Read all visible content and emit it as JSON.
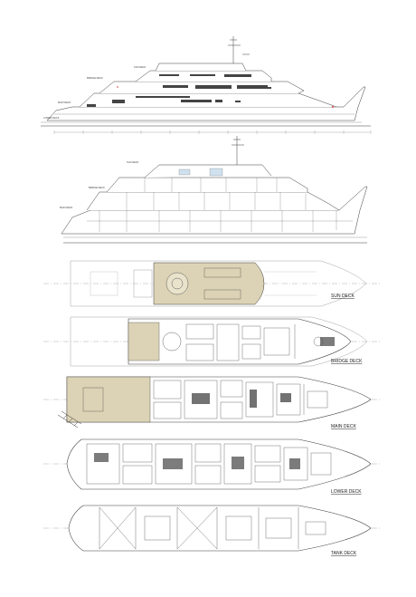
{
  "colors": {
    "line": "#3a3a3a",
    "faint": "#9a9a9a",
    "beige": "#dcd3b6",
    "dark": "#444444",
    "accent": "#d23b3b"
  },
  "profile": {
    "labels": {
      "sun_deck": "SUN DECK",
      "bridge_deck": "BRIDGE DECK",
      "main_deck": "MAIN DECK",
      "lower_deck": "LOWER DECK"
    }
  },
  "decks": {
    "sun": "SUN DECK",
    "bridge": "BRIDGE DECK",
    "main": "MAIN DECK",
    "lower": "LOWER DECK",
    "tank": "TANK DECK"
  }
}
